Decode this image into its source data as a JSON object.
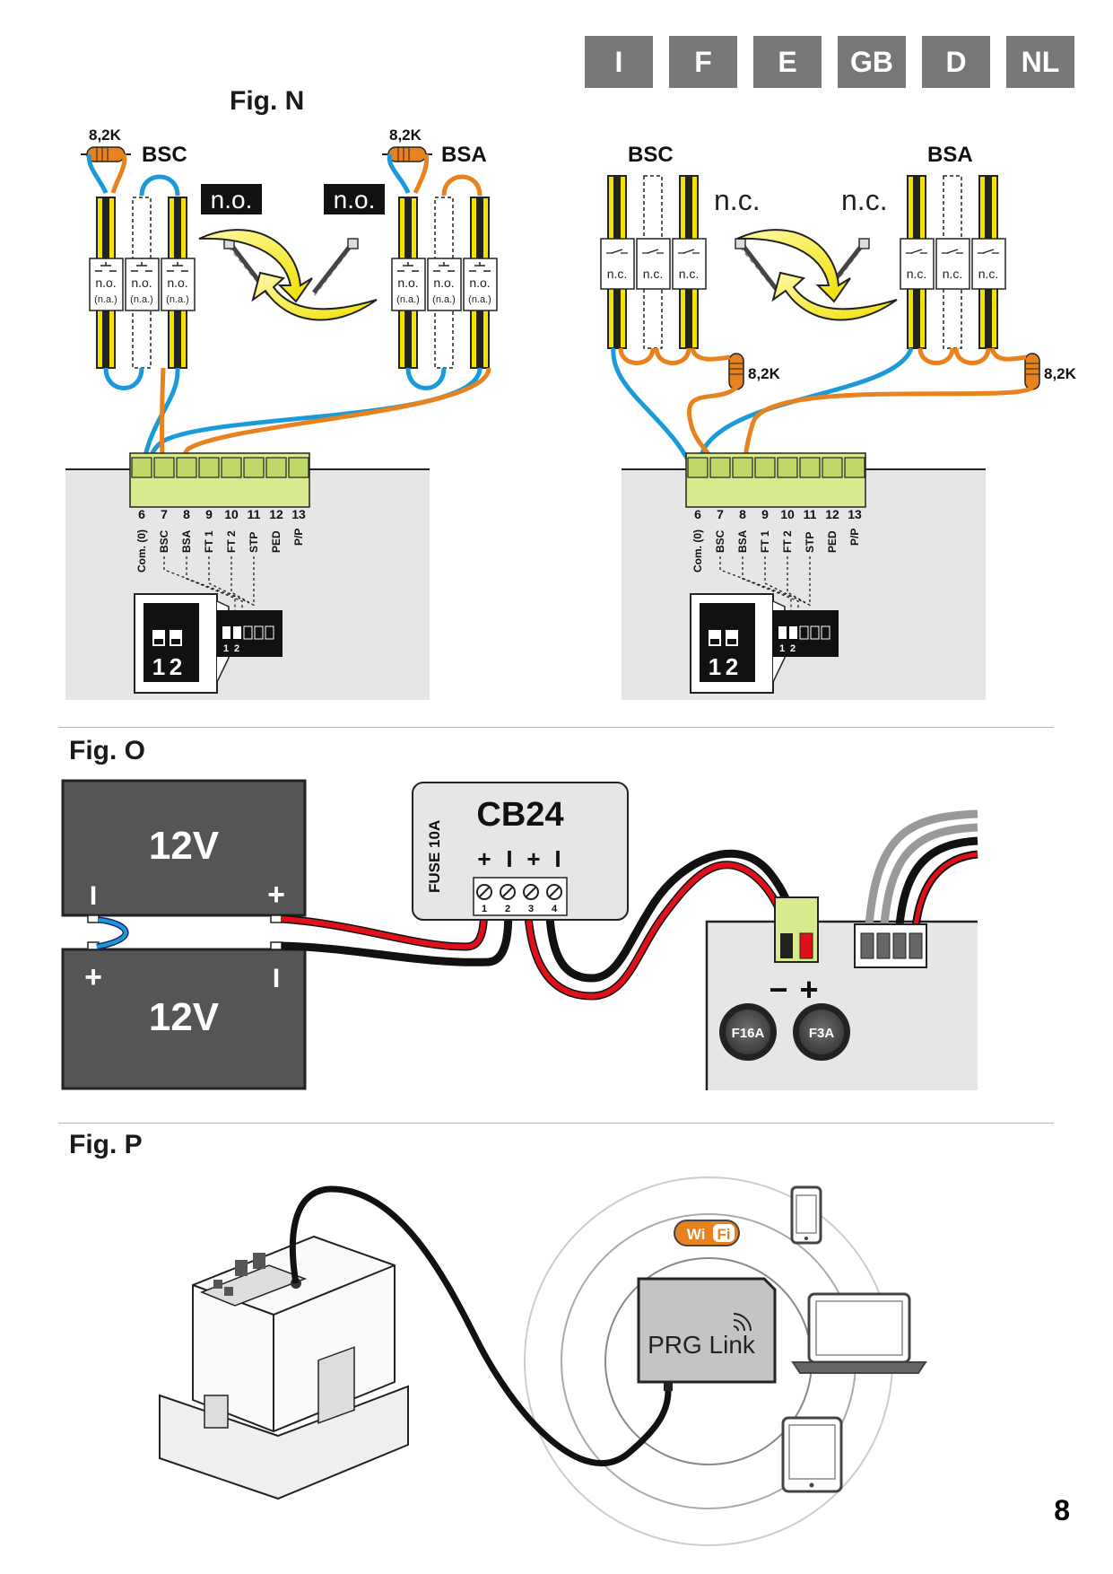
{
  "languages": [
    "I",
    "F",
    "E",
    "GB",
    "D",
    "NL"
  ],
  "figures": {
    "n": {
      "title": "Fig. N",
      "resistor_label": "8,2K",
      "bsc_label": "BSC",
      "bsa_label": "BSA",
      "no_label": "n.o.",
      "nc_label": "n.c.",
      "na_label": "(n.a.)",
      "terminals": [
        "6",
        "7",
        "8",
        "9",
        "10",
        "11",
        "12",
        "13"
      ],
      "terminal_names": [
        "Com. (0)",
        "BSC",
        "BSA",
        "FT 1",
        "FT 2",
        "STP",
        "PED",
        "P/P"
      ],
      "dip_labels": [
        "1",
        "2"
      ]
    },
    "o": {
      "title": "Fig. O",
      "battery_label": "12V",
      "minus": "I",
      "plus": "+",
      "module_name": "CB24",
      "fuse_label": "FUSE 10A",
      "module_polarity": [
        "+",
        "I",
        "+",
        "I"
      ],
      "module_terminals": [
        "1",
        "2",
        "3",
        "4"
      ],
      "board_minus": "−",
      "board_plus": "+",
      "fuse1": "F16A",
      "fuse2": "F3A"
    },
    "p": {
      "title": "Fig. P",
      "wifi_left": "Wi",
      "wifi_right": "Fi",
      "device_name": "PRG Link"
    }
  },
  "page_number": "8"
}
